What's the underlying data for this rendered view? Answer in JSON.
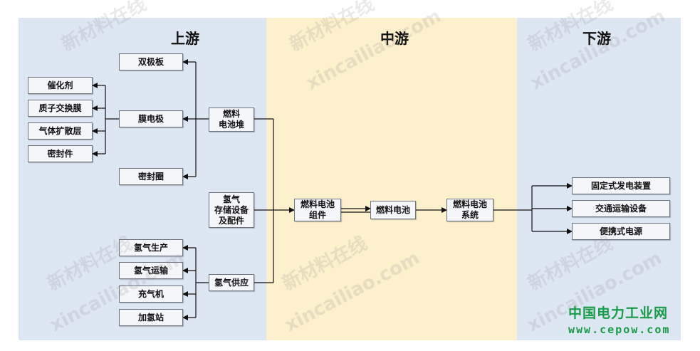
{
  "sections": {
    "upstream": "上游",
    "midstream": "中游",
    "downstream": "下游"
  },
  "upstream": {
    "stack": "燃料\n电池堆",
    "storage": "氢气\n存储设备\n及配件",
    "supply": "氢气供应",
    "bipolar_plate": "双极板",
    "mea": "膜电极",
    "gasket": "密封圈",
    "catalyst": "催化剂",
    "pem": "质子交换膜",
    "gdl": "气体扩散层",
    "seal": "密封件",
    "h2_production": "氢气生产",
    "h2_transport": "氢气运输",
    "compressor": "充气机",
    "h2_station": "加氢站"
  },
  "midstream": {
    "module": "燃料电池\n组件",
    "cell": "燃料电池",
    "system": "燃料电池\n系统"
  },
  "downstream": {
    "stationary": "固定式发电装置",
    "transport": "交通运输设备",
    "portable": "便携式电源"
  },
  "watermark": {
    "cn": "新材料在线",
    "en": "xincailiao.com"
  },
  "footer": {
    "name": "中国电力工业网",
    "url": "www.cepow.com"
  }
}
